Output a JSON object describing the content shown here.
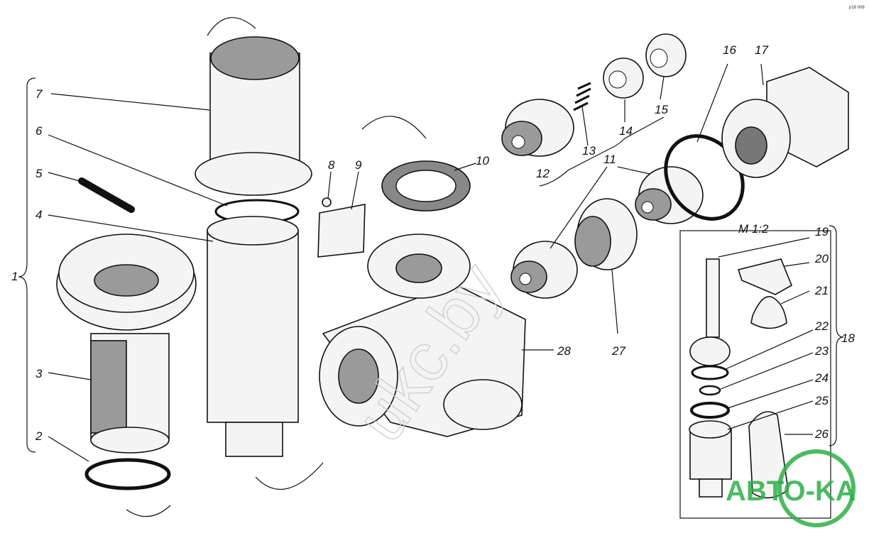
{
  "part_numbers": [
    "1",
    "2",
    "3",
    "4",
    "5",
    "6",
    "7",
    "8",
    "9",
    "10",
    "11",
    "11",
    "12",
    "13",
    "14",
    "15",
    "16",
    "17",
    "18",
    "19",
    "20",
    "21",
    "22",
    "23",
    "24",
    "25",
    "26",
    "27",
    "28"
  ],
  "scale_label": "M 1:2",
  "watermark": "ukc.by",
  "logo_text": "ABTO-KA",
  "corner_note": "p18 008",
  "colors": {
    "ink": "#111111",
    "logo_green": "#2fae4a"
  }
}
